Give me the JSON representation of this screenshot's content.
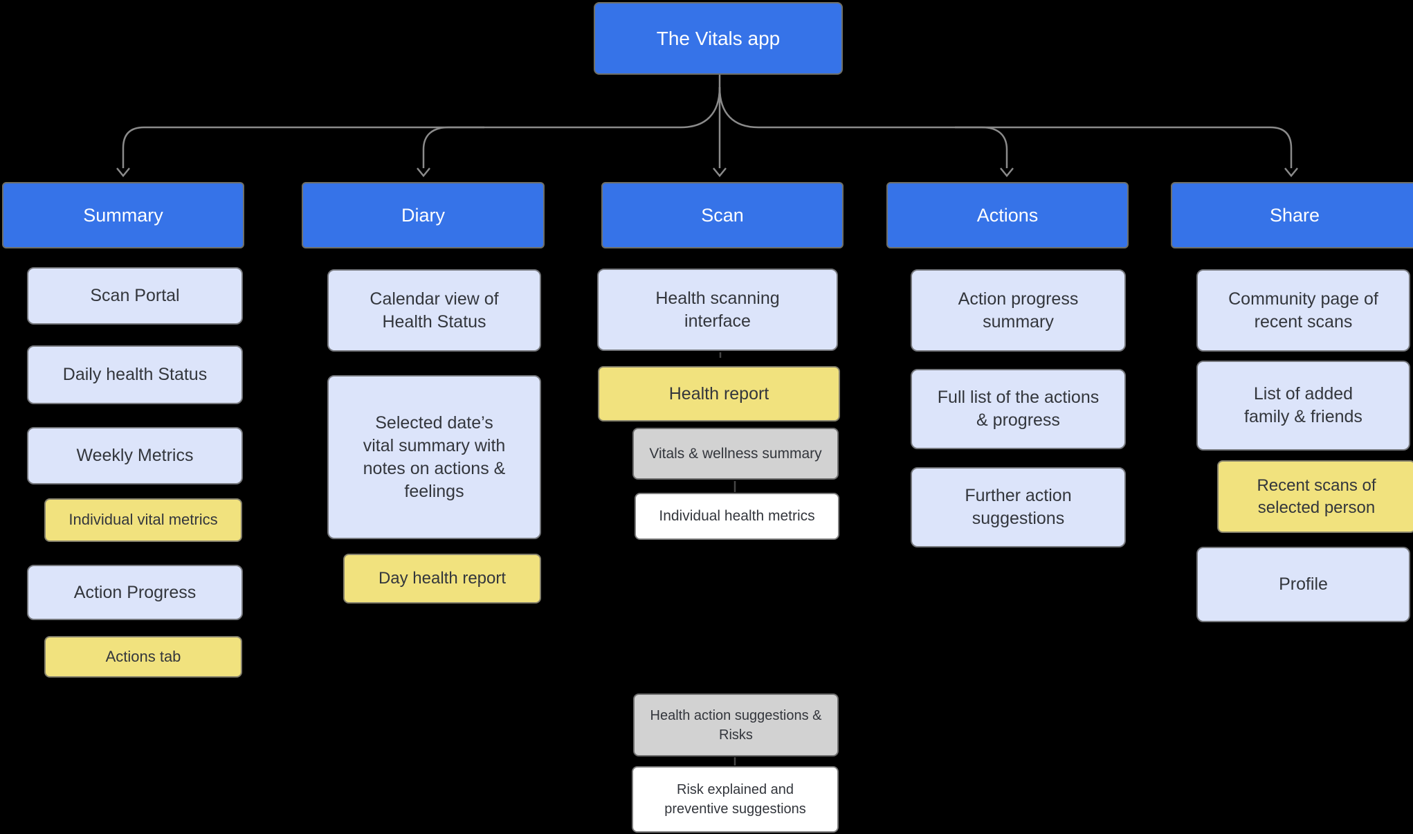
{
  "title": "The Vitals app",
  "colors": {
    "background": "#000000",
    "node_blue": "#3673e8",
    "node_light_blue": "#dce4fa",
    "node_yellow": "#f1e27e",
    "node_gray": "#d2d2d2",
    "node_white": "#ffffff",
    "connector": "#8b8b8b",
    "text_dark": "#33363c",
    "text_light": "#ffffff"
  },
  "branches": [
    {
      "label": "Summary",
      "children": [
        {
          "label": "Scan Portal",
          "variant": "light-blue"
        },
        {
          "label": "Daily health Status",
          "variant": "light-blue"
        },
        {
          "label": "Weekly Metrics",
          "variant": "light-blue"
        },
        {
          "label": "Individual vital metrics",
          "variant": "yellow"
        },
        {
          "label": "Action Progress",
          "variant": "light-blue"
        },
        {
          "label": "Actions tab",
          "variant": "yellow"
        }
      ]
    },
    {
      "label": "Diary",
      "children": [
        {
          "label": "Calendar view of Health Status",
          "variant": "light-blue"
        },
        {
          "label": "Selected date’s vital summary with notes on actions & feelings",
          "variant": "light-blue"
        },
        {
          "label": "Day health report",
          "variant": "yellow"
        }
      ]
    },
    {
      "label": "Scan",
      "children": [
        {
          "label": "Health scanning interface",
          "variant": "light-blue"
        },
        {
          "label": "Health report",
          "variant": "yellow"
        },
        {
          "label": "Vitals & wellness summary",
          "variant": "gray"
        },
        {
          "label": "Individual health metrics",
          "variant": "white"
        },
        {
          "label": "Health action suggestions & Risks",
          "variant": "gray"
        },
        {
          "label": "Risk explained and preventive suggestions",
          "variant": "white"
        }
      ]
    },
    {
      "label": "Actions",
      "children": [
        {
          "label": "Action progress summary",
          "variant": "light-blue"
        },
        {
          "label": "Full list of the actions & progress",
          "variant": "light-blue"
        },
        {
          "label": "Further action suggestions",
          "variant": "light-blue"
        }
      ]
    },
    {
      "label": "Share",
      "children": [
        {
          "label": "Community page of recent scans",
          "variant": "light-blue"
        },
        {
          "label": "List of added family & friends",
          "variant": "light-blue"
        },
        {
          "label": "Recent scans of selected person",
          "variant": "yellow"
        },
        {
          "label": "Profile",
          "variant": "light-blue"
        }
      ]
    }
  ]
}
